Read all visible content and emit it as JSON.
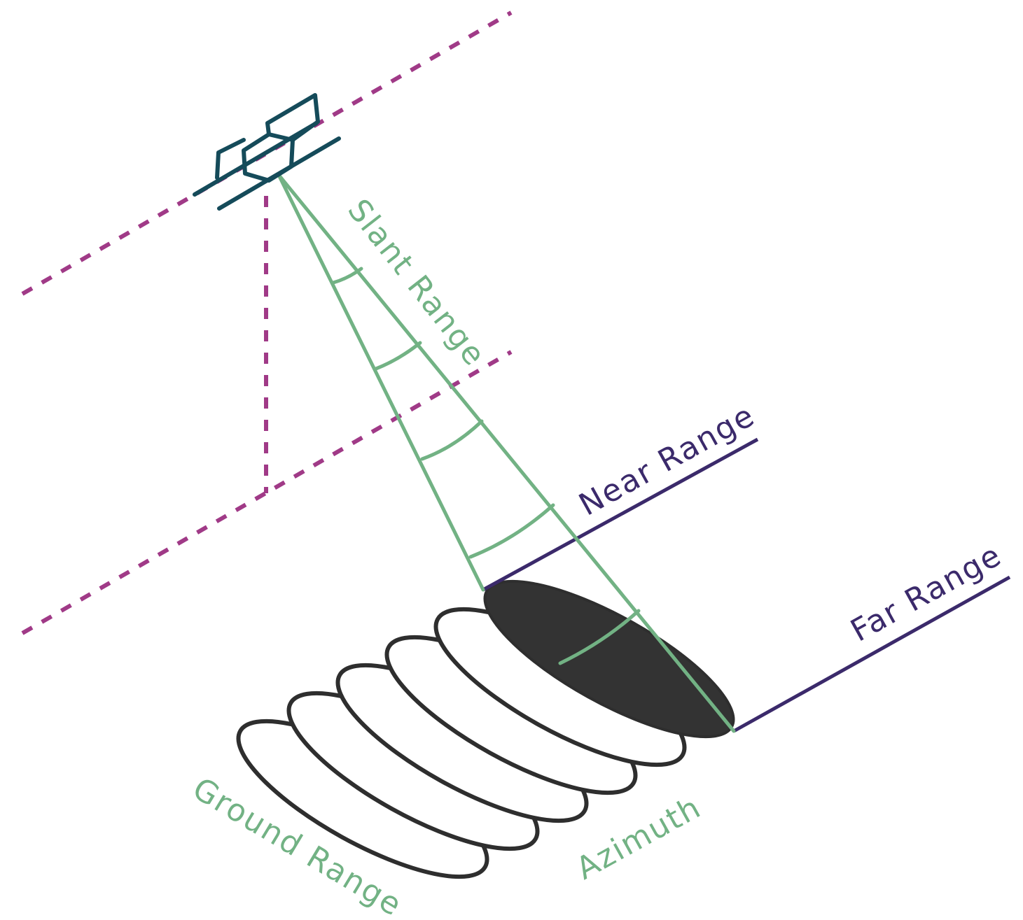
{
  "labels": {
    "slant_range": "Slant Range",
    "near_range": "Near Range",
    "far_range": "Far Range",
    "ground_range": "Ground Range",
    "azimuth": "Azimuth"
  },
  "colors": {
    "green": "#72b284",
    "purple": "#3b2a6b",
    "magenta_dotted": "#a03a87",
    "satellite": "#154b5a",
    "footprint_outline": "#2e2e2e",
    "footprint_active_fill": "#333333"
  },
  "icons": {
    "satellite": "satellite-icon"
  }
}
